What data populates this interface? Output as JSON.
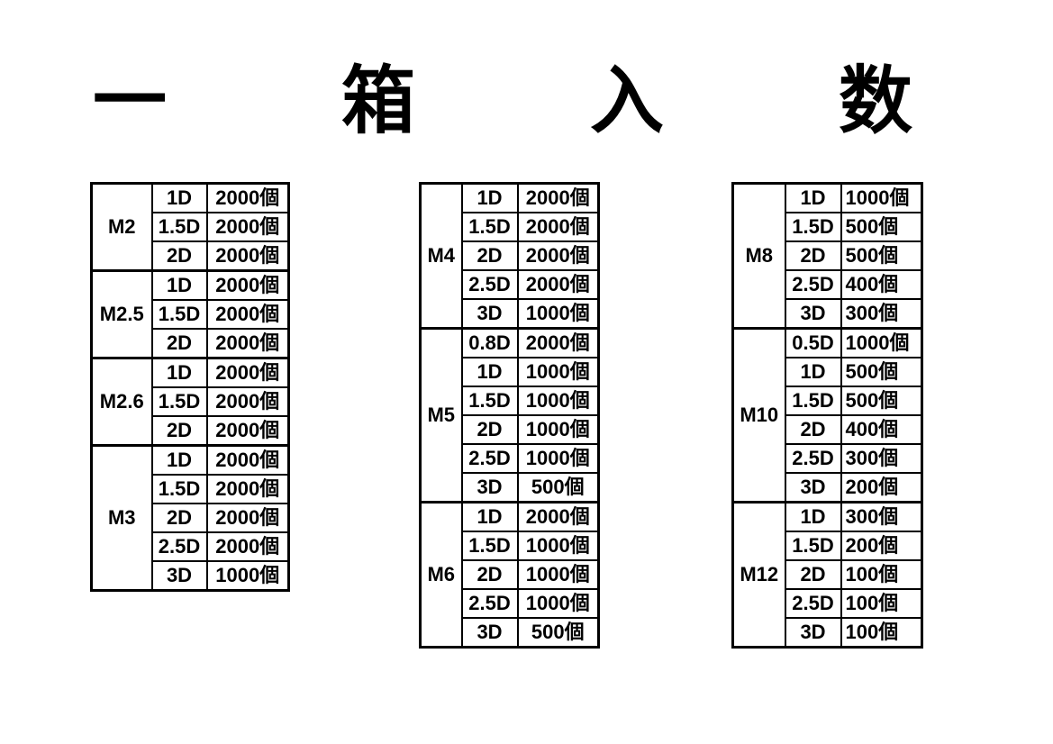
{
  "page": {
    "background_color": "#ffffff",
    "text_color": "#000000",
    "border_color": "#000000"
  },
  "title": {
    "text": "一箱入数",
    "chars": [
      "一",
      "箱",
      "入",
      "数"
    ]
  },
  "unit_suffix": "個",
  "tables": [
    {
      "groups": [
        {
          "size": "M2",
          "rows": [
            {
              "d": "1D",
              "qty": "2000個"
            },
            {
              "d": "1.5D",
              "qty": "2000個"
            },
            {
              "d": "2D",
              "qty": "2000個"
            }
          ]
        },
        {
          "size": "M2.5",
          "rows": [
            {
              "d": "1D",
              "qty": "2000個"
            },
            {
              "d": "1.5D",
              "qty": "2000個"
            },
            {
              "d": "2D",
              "qty": "2000個"
            }
          ]
        },
        {
          "size": "M2.6",
          "rows": [
            {
              "d": "1D",
              "qty": "2000個"
            },
            {
              "d": "1.5D",
              "qty": "2000個"
            },
            {
              "d": "2D",
              "qty": "2000個"
            }
          ]
        },
        {
          "size": "M3",
          "rows": [
            {
              "d": "1D",
              "qty": "2000個"
            },
            {
              "d": "1.5D",
              "qty": "2000個"
            },
            {
              "d": "2D",
              "qty": "2000個"
            },
            {
              "d": "2.5D",
              "qty": "2000個"
            },
            {
              "d": "3D",
              "qty": "1000個"
            }
          ]
        }
      ]
    },
    {
      "groups": [
        {
          "size": "M4",
          "rows": [
            {
              "d": "1D",
              "qty": "2000個"
            },
            {
              "d": "1.5D",
              "qty": "2000個"
            },
            {
              "d": "2D",
              "qty": "2000個"
            },
            {
              "d": "2.5D",
              "qty": "2000個"
            },
            {
              "d": "3D",
              "qty": "1000個"
            }
          ]
        },
        {
          "size": "M5",
          "rows": [
            {
              "d": "0.8D",
              "qty": "2000個"
            },
            {
              "d": "1D",
              "qty": "1000個"
            },
            {
              "d": "1.5D",
              "qty": "1000個"
            },
            {
              "d": "2D",
              "qty": "1000個"
            },
            {
              "d": "2.5D",
              "qty": "1000個"
            },
            {
              "d": "3D",
              "qty": "500個"
            }
          ]
        },
        {
          "size": "M6",
          "rows": [
            {
              "d": "1D",
              "qty": "2000個"
            },
            {
              "d": "1.5D",
              "qty": "1000個"
            },
            {
              "d": "2D",
              "qty": "1000個"
            },
            {
              "d": "2.5D",
              "qty": "1000個"
            },
            {
              "d": "3D",
              "qty": "500個"
            }
          ]
        }
      ]
    },
    {
      "groups": [
        {
          "size": "M8",
          "rows": [
            {
              "d": "1D",
              "qty": "1000個"
            },
            {
              "d": "1.5D",
              "qty": "500個"
            },
            {
              "d": "2D",
              "qty": "500個"
            },
            {
              "d": "2.5D",
              "qty": "400個"
            },
            {
              "d": "3D",
              "qty": "300個"
            }
          ]
        },
        {
          "size": "M10",
          "rows": [
            {
              "d": "0.5D",
              "qty": "1000個"
            },
            {
              "d": "1D",
              "qty": "500個"
            },
            {
              "d": "1.5D",
              "qty": "500個"
            },
            {
              "d": "2D",
              "qty": "400個"
            },
            {
              "d": "2.5D",
              "qty": "300個"
            },
            {
              "d": "3D",
              "qty": "200個"
            }
          ]
        },
        {
          "size": "M12",
          "rows": [
            {
              "d": "1D",
              "qty": "300個"
            },
            {
              "d": "1.5D",
              "qty": "200個"
            },
            {
              "d": "2D",
              "qty": "100個"
            },
            {
              "d": "2.5D",
              "qty": "100個"
            },
            {
              "d": "3D",
              "qty": "100個"
            }
          ]
        }
      ]
    }
  ]
}
